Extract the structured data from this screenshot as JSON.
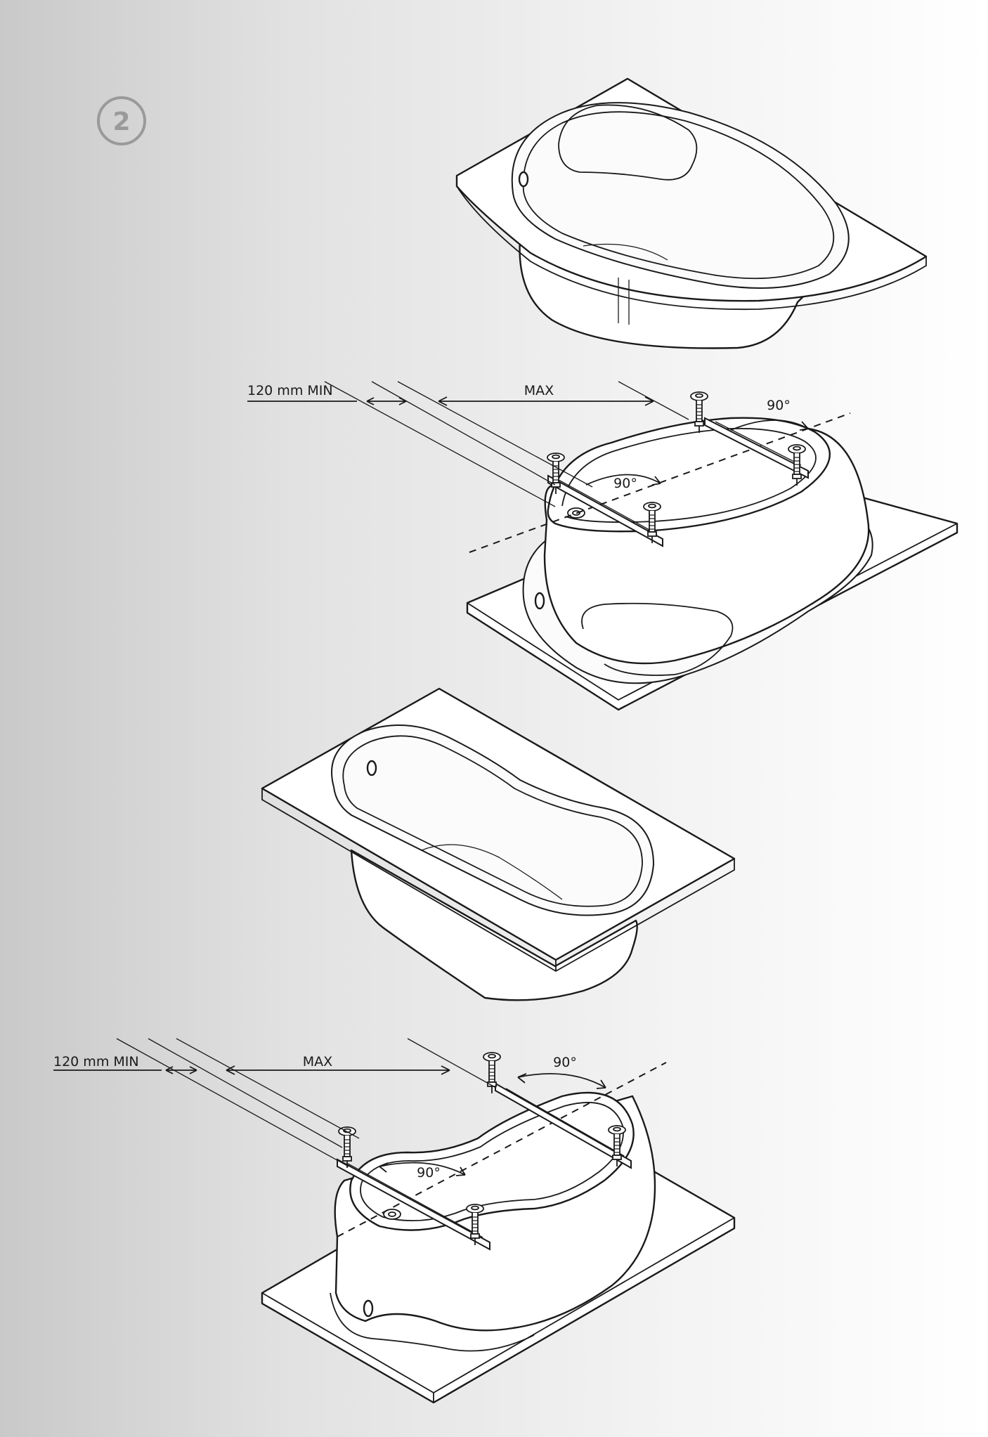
{
  "step": {
    "number": "2"
  },
  "labels": {
    "corner_min": "120 mm MIN",
    "corner_max": "MAX",
    "corner_angle_1": "90°",
    "corner_angle_2": "90°",
    "oval_min": "120 mm MIN",
    "oval_max": "MAX",
    "oval_angle_1": "90°",
    "oval_angle_2": "90°"
  },
  "colors": {
    "line": "#1a1a1a",
    "step_badge": "#9a9a9a",
    "background_left": "#c9c9c9",
    "background_right": "#ffffff"
  },
  "icons": {
    "foot": "adjustable-foot-icon",
    "drain": "drain-icon"
  }
}
